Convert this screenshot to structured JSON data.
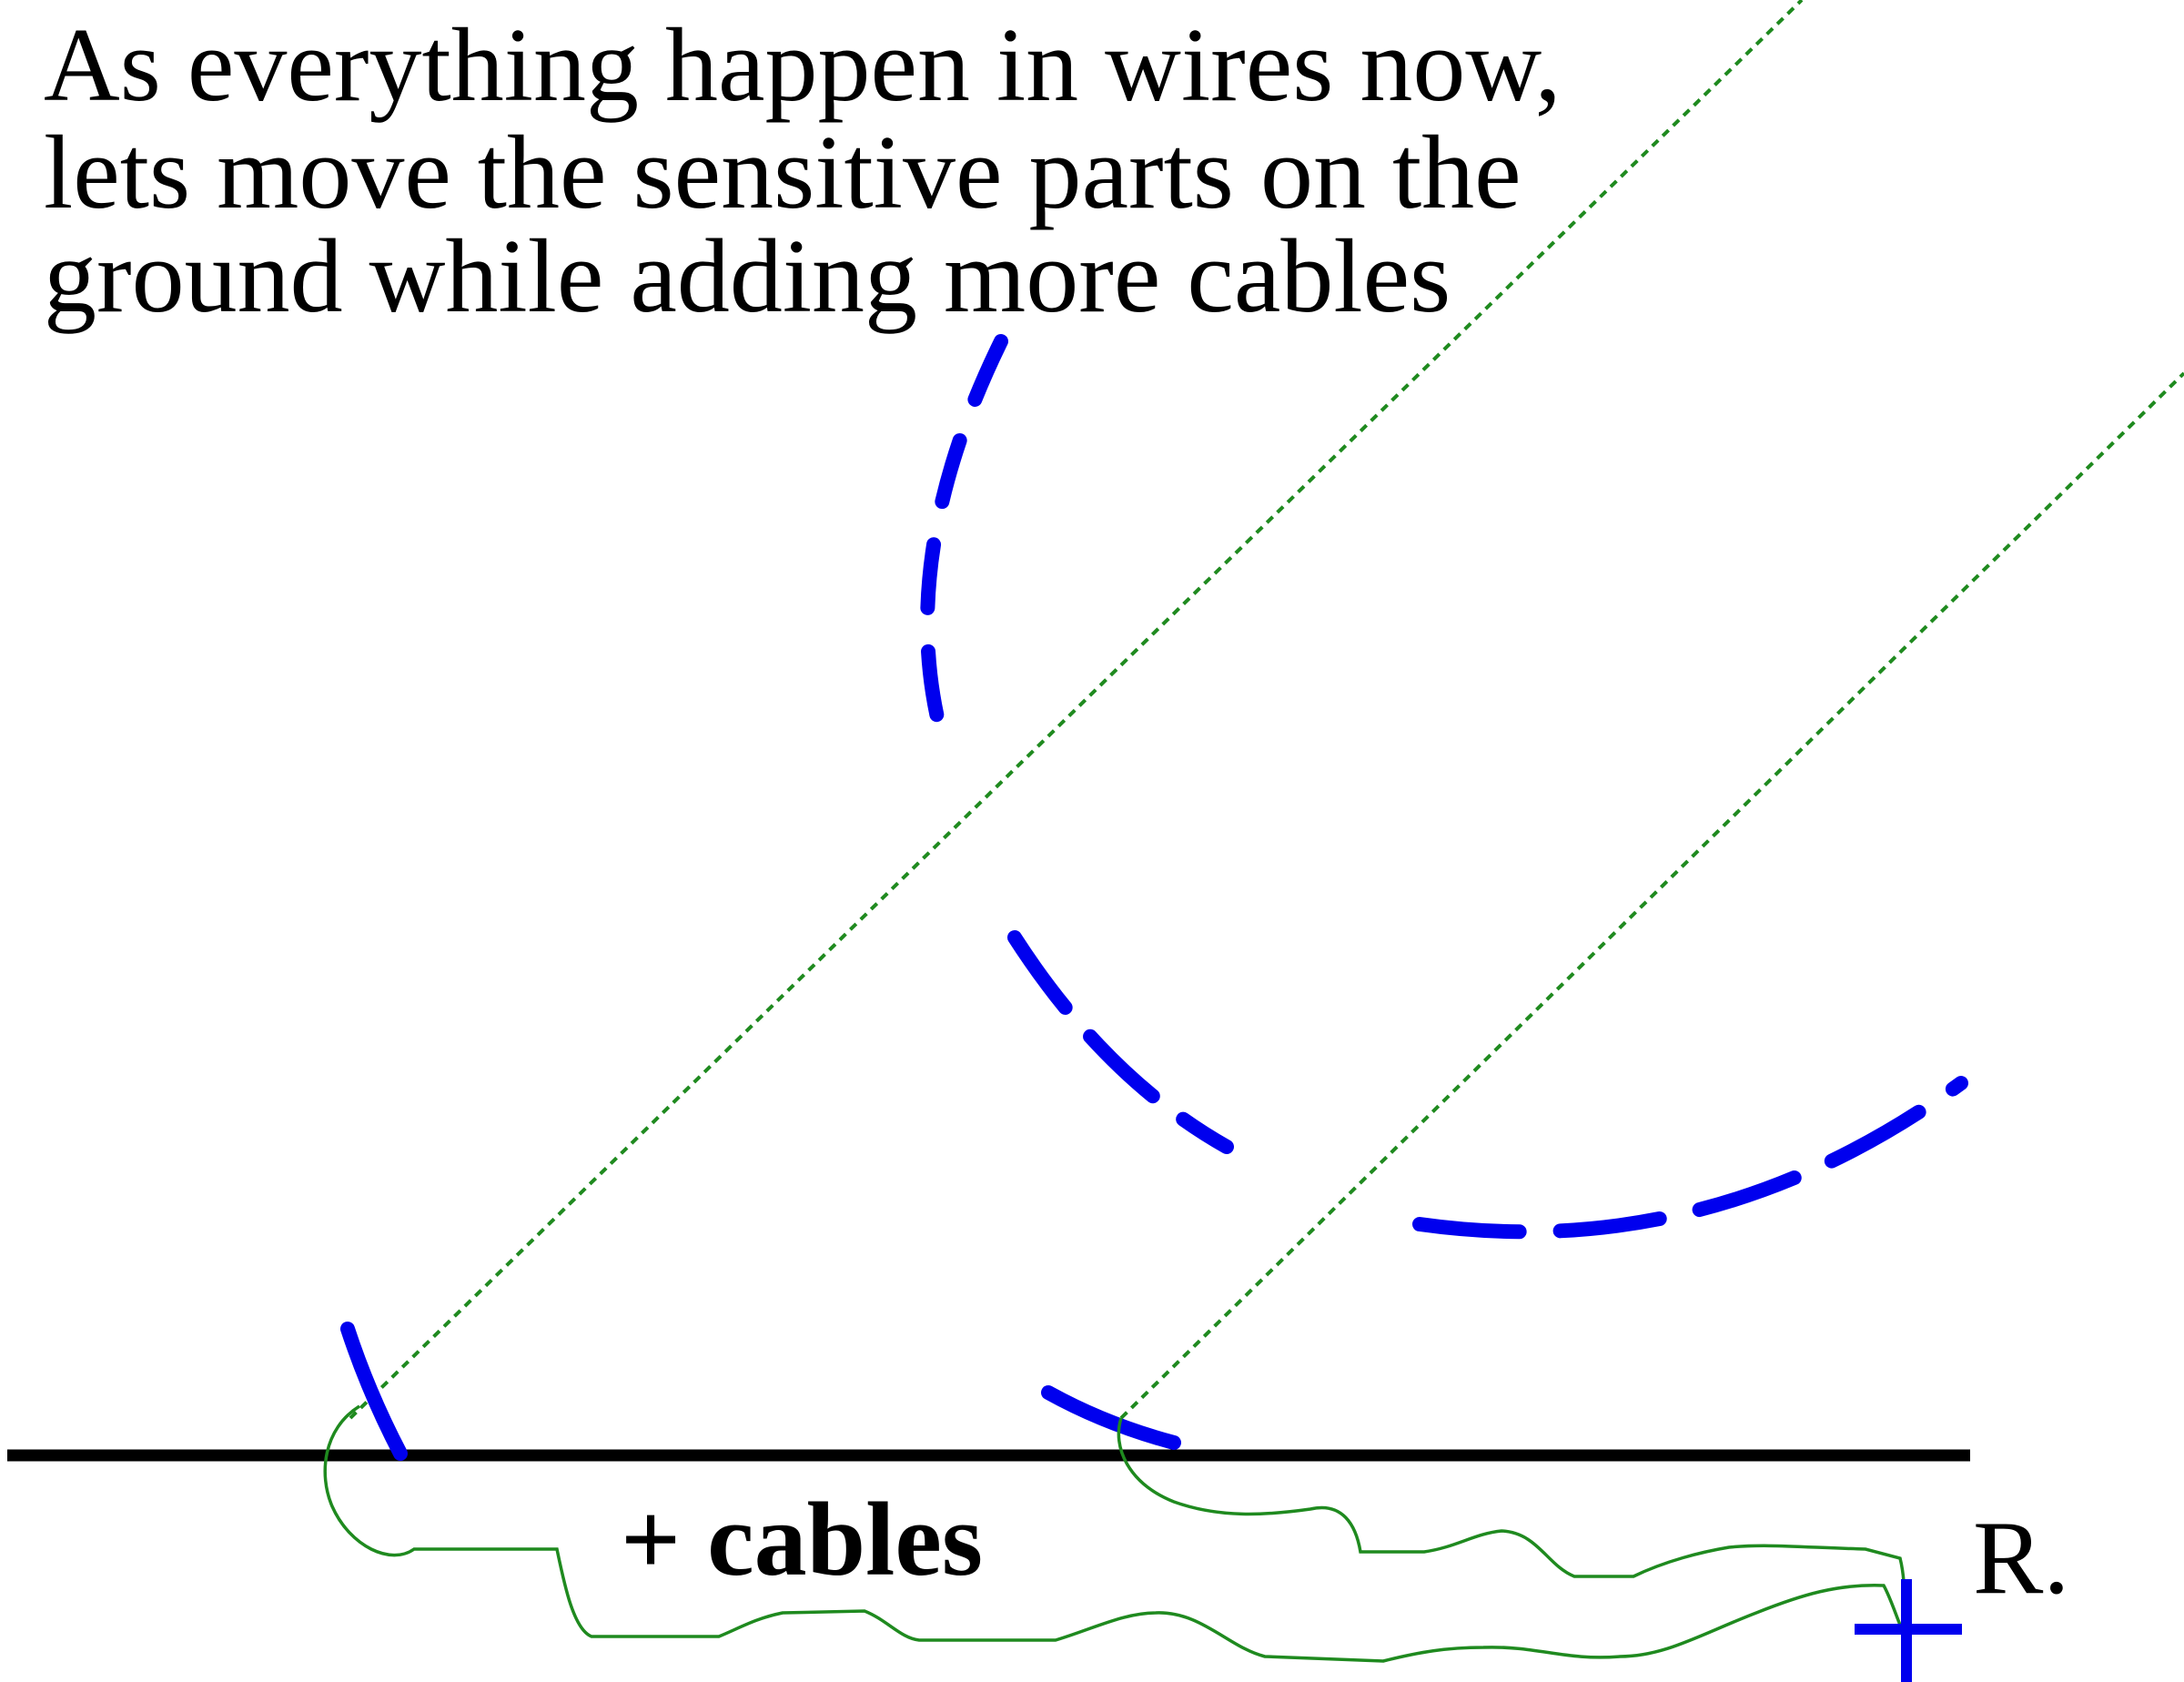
{
  "caption": {
    "lines": [
      "As everything happen in wires now,",
      "lets move the sensitive parts on the",
      "ground while adding more cables"
    ]
  },
  "labels": {
    "cables": "+ cables",
    "receiver": "R."
  },
  "colors": {
    "ground": "#000000",
    "wave": "#0000ee",
    "ray": "#1f8a1f",
    "text": "#000000"
  },
  "icons": {
    "receiver_marker": "plus-icon"
  }
}
